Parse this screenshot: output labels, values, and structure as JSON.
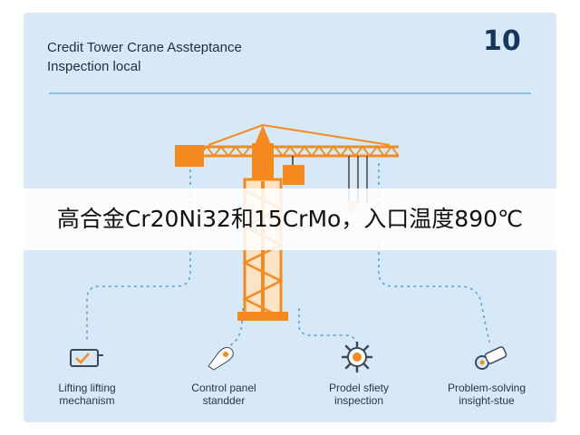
{
  "header": {
    "title": "Credit Tower Crane Assteptance\nInspection local",
    "number": "10"
  },
  "overlay": {
    "text": "高合金Cr20Ni32和15CrMo，入口温度890℃"
  },
  "steps": [
    {
      "label": "Lifting lifting\nmechanism",
      "icon": "lifting-mechanism-icon"
    },
    {
      "label": "Control panel\nstandder",
      "icon": "control-panel-icon"
    },
    {
      "label": "Prodel sfiety\ninspection",
      "icon": "gear-icon"
    },
    {
      "label": "Problem-solving\ninsight-stue",
      "icon": "key-icon"
    }
  ],
  "colors": {
    "background": "#d7e9f6",
    "accent": "#f58a1f",
    "rule": "#8cc2ea",
    "number": "#17365c",
    "connector": "#4f9fd9"
  }
}
